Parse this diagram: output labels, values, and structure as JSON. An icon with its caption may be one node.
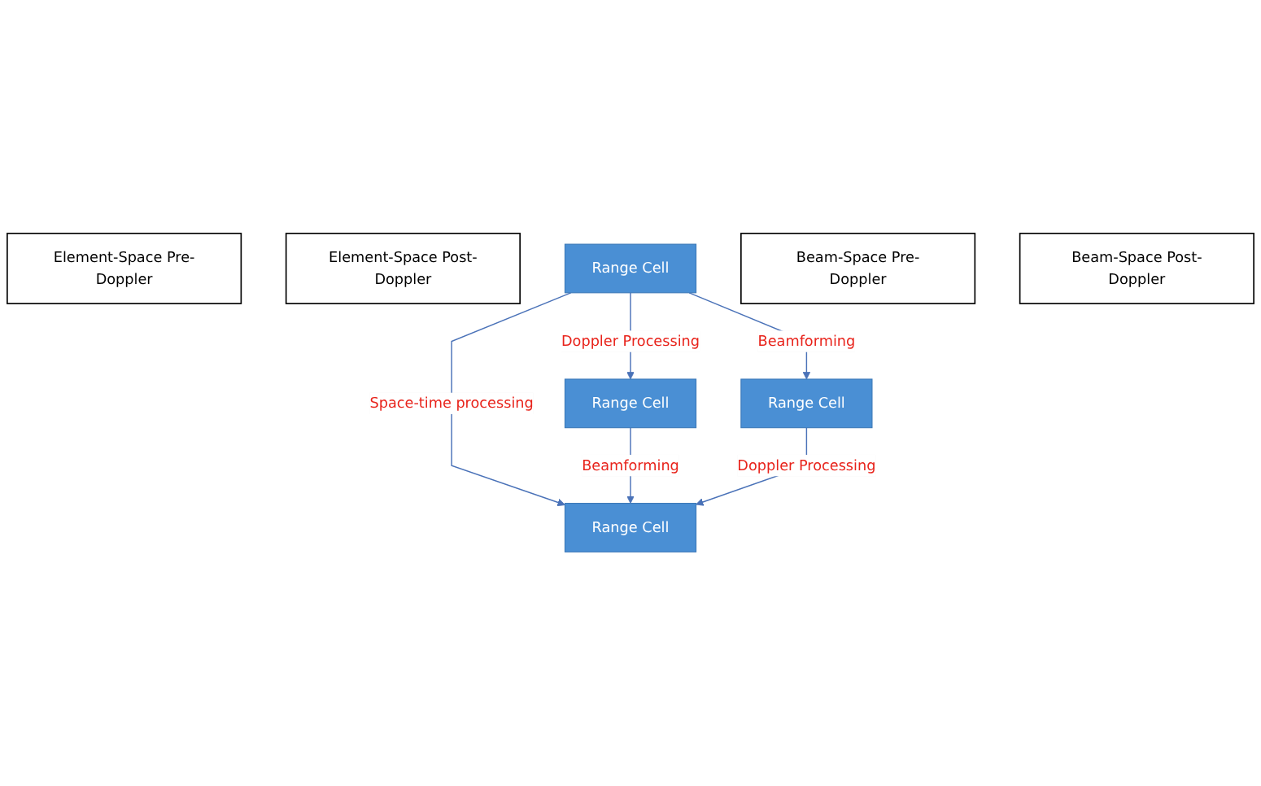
{
  "diagram": {
    "nodes": [
      {
        "text": [
          "Element-Space Pre-Doppler"
        ]
      },
      {
        "text": [
          "Element-Space Post-Doppler"
        ]
      },
      {
        "text": [
          "Range Cell"
        ]
      },
      {
        "text": [
          "Range Cell"
        ]
      },
      {
        "text": [
          "Range Cell"
        ]
      },
      {
        "text": [
          "Range Cell"
        ]
      },
      {
        "text": [
          "Beam-Space Pre-Doppler"
        ]
      },
      {
        "text": [
          "Beam-Space Post-Doppler"
        ]
      }
    ],
    "edges": [
      {
        "from": 2,
        "to": 3,
        "arrow": "to",
        "label": "Doppler Processing"
      },
      {
        "from": 2,
        "to": 4,
        "arrow": "to",
        "label": "Beamforming"
      },
      {
        "from": 2,
        "to": 5,
        "arrow": "to",
        "label": "Space-time processing"
      },
      {
        "from": 3,
        "to": 5,
        "arrow": "to",
        "label": "Beamforming"
      },
      {
        "from": 4,
        "to": 5,
        "arrow": "to",
        "label": "Doppler Processing"
      }
    ]
  }
}
